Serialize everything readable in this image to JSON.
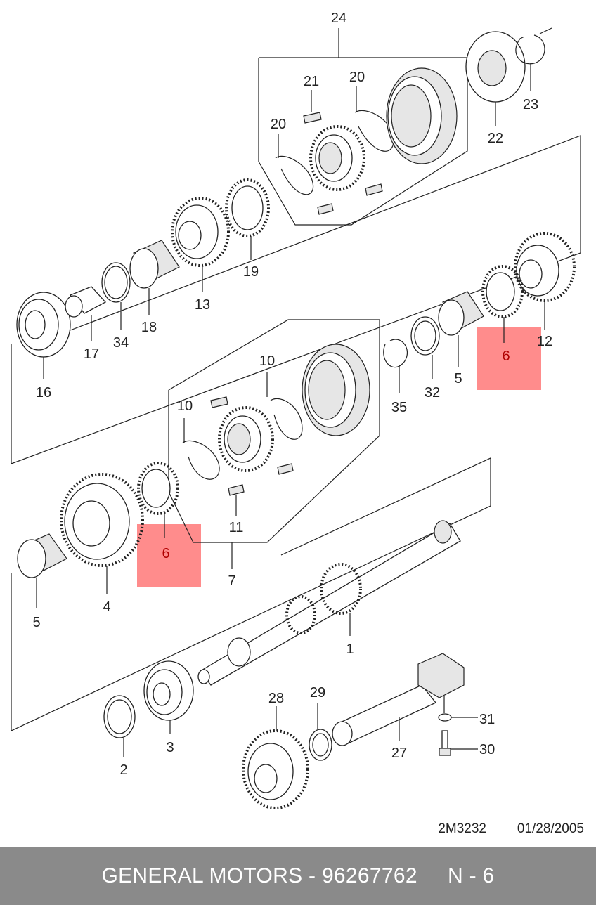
{
  "callouts": {
    "c1": "1",
    "c2": "2",
    "c3": "3",
    "c4": "4",
    "c5a": "5",
    "c5b": "5",
    "c6a": "6",
    "c6b": "6",
    "c7": "7",
    "c10a": "10",
    "c10b": "10",
    "c11": "11",
    "c12": "12",
    "c13": "13",
    "c16": "16",
    "c17": "17",
    "c18": "18",
    "c19": "19",
    "c20a": "20",
    "c20b": "20",
    "c21": "21",
    "c22": "22",
    "c23": "23",
    "c24": "24",
    "c27": "27",
    "c28": "28",
    "c29": "29",
    "c30": "30",
    "c31": "31",
    "c32": "32",
    "c34": "34",
    "c35": "35"
  },
  "reference": {
    "code": "2M3232",
    "date": "01/28/2005"
  },
  "highlight": {
    "color": "#ff7f7f",
    "part_number": "6"
  },
  "footer": {
    "text": "GENERAL MOTORS - 96267762     N - 6",
    "background": "#8a8a8a"
  }
}
